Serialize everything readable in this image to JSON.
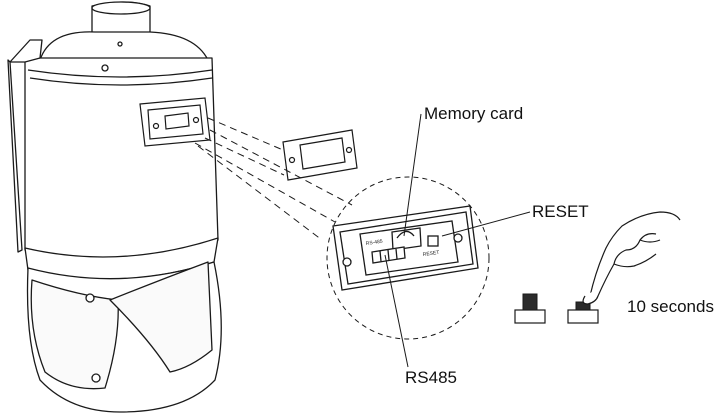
{
  "callouts": {
    "memory_card": "Memory card",
    "reset": "RESET",
    "rs485": "RS485",
    "hold_time": "10 seconds"
  },
  "board_marks": {
    "rs485_mark": "RS-485",
    "reset_mark": "RESET"
  },
  "colors": {
    "line": "#1a1a1a",
    "fill": "#ffffff",
    "dark_key": "#2b2b2b"
  }
}
